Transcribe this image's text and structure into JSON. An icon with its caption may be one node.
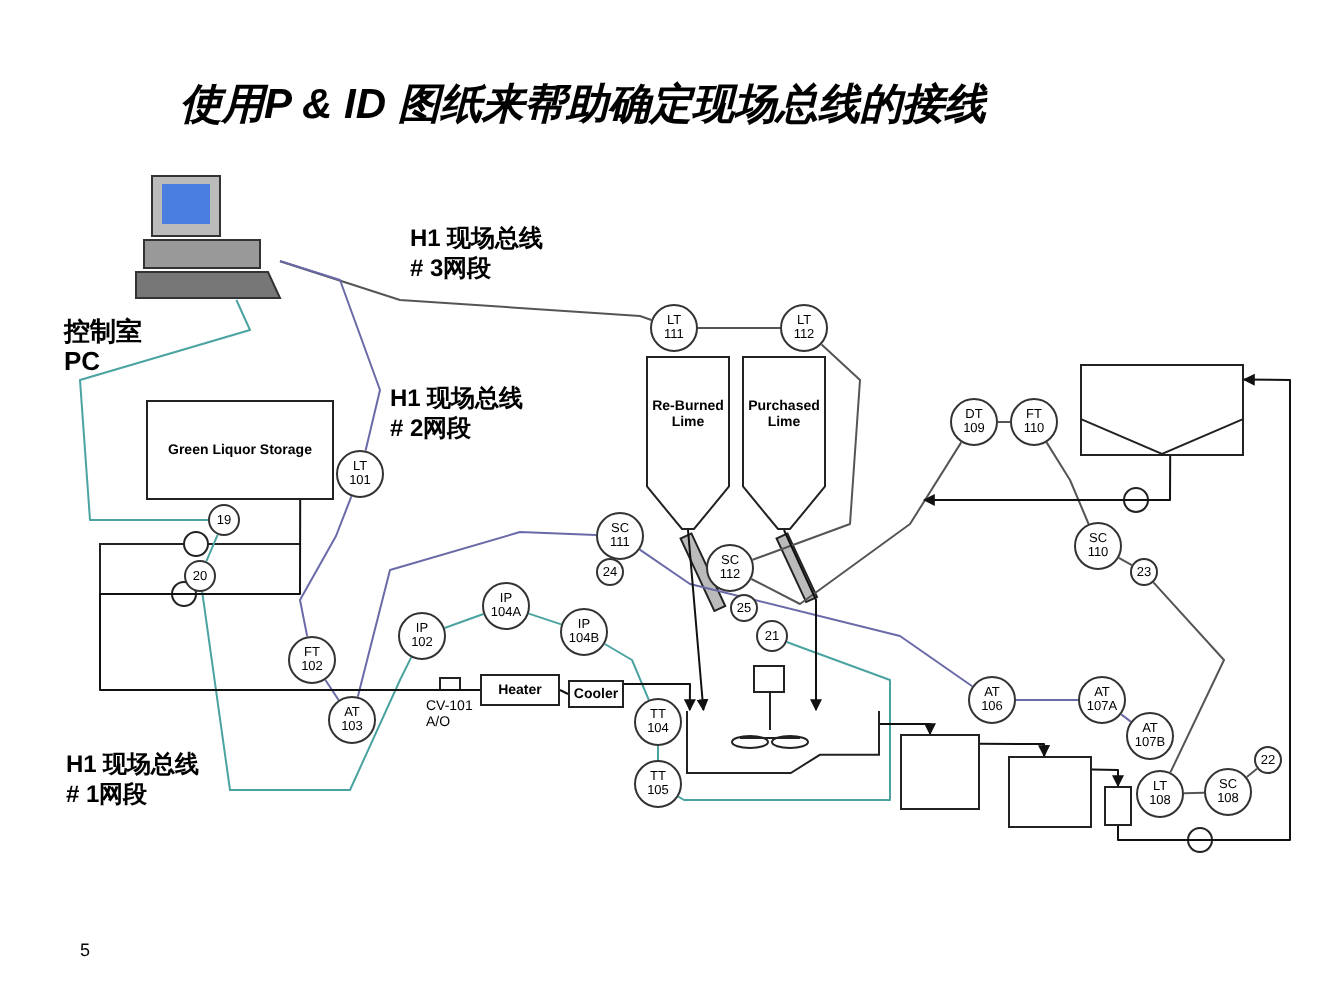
{
  "diagram": {
    "title": "使用P & ID 图纸来帮助确定现场总线的接线",
    "nodes": [
      {
        "text": [],
        "shape": "picture",
        "beside": [
          "控制室 PC"
        ]
      },
      {
        "text": [
          "Green Liquor Storage"
        ]
      },
      {
        "text": [
          "LT 101"
        ]
      },
      {
        "text": [
          "19"
        ]
      },
      {
        "text": [
          "20"
        ]
      },
      {
        "text": [
          "FT 102"
        ]
      },
      {
        "text": [
          "AT 103"
        ]
      },
      {
        "text": [
          "IP 102"
        ]
      },
      {
        "text": [
          "IP 104A"
        ]
      },
      {
        "text": [
          "IP 104B"
        ]
      },
      {
        "text": [
          "Heater"
        ]
      },
      {
        "text": [
          "Cooler"
        ]
      },
      {
        "text": [
          "TT 104"
        ]
      },
      {
        "text": [
          "TT 105"
        ]
      },
      {
        "text": [
          "LT 111"
        ]
      },
      {
        "text": [
          "LT 112"
        ]
      },
      {
        "text": [
          "Re-Burned Lime"
        ]
      },
      {
        "text": [
          "Purchased Lime"
        ]
      },
      {
        "text": [
          "SC 111"
        ]
      },
      {
        "text": [
          "24"
        ]
      },
      {
        "text": [
          "SC 112"
        ]
      },
      {
        "text": [
          "25"
        ]
      },
      {
        "text": [
          "21"
        ]
      },
      {
        "text": [],
        "shape": "box"
      },
      {
        "text": [
          "DT 109"
        ]
      },
      {
        "text": [
          "FT 110"
        ]
      },
      {
        "text": [],
        "shape": "box"
      },
      {
        "text": [
          "SC 110"
        ]
      },
      {
        "text": [
          "23"
        ]
      },
      {
        "text": [
          "AT 106"
        ]
      },
      {
        "text": [
          "AT 107A"
        ]
      },
      {
        "text": [
          "AT 107B"
        ]
      },
      {
        "text": [],
        "shape": "box"
      },
      {
        "text": [],
        "shape": "box"
      },
      {
        "text": [],
        "shape": "box"
      },
      {
        "text": [
          "LT 108"
        ]
      },
      {
        "text": [
          "SC 108"
        ]
      },
      {
        "text": [
          "22"
        ]
      }
    ],
    "edges": [
      {
        "from": 0,
        "to": 14,
        "arrow": "none",
        "color": "#555555"
      },
      {
        "from": 14,
        "to": 15,
        "arrow": "none",
        "color": "#555555"
      },
      {
        "from": 15,
        "to": 20,
        "arrow": "none",
        "color": "#555555"
      },
      {
        "from": 20,
        "to": 24,
        "arrow": "none",
        "color": "#555555"
      },
      {
        "from": 24,
        "to": 25,
        "arrow": "none",
        "color": "#555555"
      },
      {
        "from": 25,
        "to": 27,
        "arrow": "none",
        "color": "#555555"
      },
      {
        "from": 27,
        "to": 28,
        "arrow": "none",
        "color": "#555555"
      },
      {
        "from": 28,
        "to": 35,
        "arrow": "none",
        "color": "#555555"
      },
      {
        "from": 35,
        "to": 36,
        "arrow": "none",
        "color": "#555555"
      },
      {
        "from": 36,
        "to": 37,
        "arrow": "none",
        "color": "#555555"
      },
      {
        "from": 0,
        "to": 2,
        "arrow": "none",
        "color": "#6a6aa8"
      },
      {
        "from": 2,
        "to": 5,
        "arrow": "none",
        "color": "#6a6aa8"
      },
      {
        "from": 5,
        "to": 6,
        "arrow": "none",
        "color": "#6a6aa8"
      },
      {
        "from": 6,
        "to": 18,
        "arrow": "none",
        "color": "#6a6aa8"
      },
      {
        "from": 18,
        "to": 29,
        "arrow": "none",
        "color": "#6a6aa8"
      },
      {
        "from": 29,
        "to": 30,
        "arrow": "none",
        "color": "#6a6aa8"
      },
      {
        "from": 30,
        "to": 31,
        "arrow": "none",
        "color": "#6a6aa8"
      },
      {
        "from": 0,
        "to": 3,
        "arrow": "none",
        "color": "#4aa3a0"
      },
      {
        "from": 3,
        "to": 4,
        "arrow": "none",
        "color": "#4aa3a0"
      },
      {
        "from": 4,
        "to": 7,
        "arrow": "none",
        "color": "#4aa3a0"
      },
      {
        "from": 7,
        "to": 8,
        "arrow": "none",
        "color": "#4aa3a0"
      },
      {
        "from": 8,
        "to": 9,
        "arrow": "none",
        "color": "#4aa3a0"
      },
      {
        "from": 9,
        "to": 12,
        "arrow": "none",
        "color": "#4aa3a0"
      },
      {
        "from": 12,
        "to": 13,
        "arrow": "none",
        "color": "#4aa3a0"
      },
      {
        "from": 13,
        "to": 22,
        "arrow": "none",
        "color": "#4aa3a0"
      },
      {
        "from": 10,
        "to": 11,
        "arrow": "none"
      },
      {
        "from": 11,
        "to": 23,
        "arrow": "to"
      },
      {
        "from": 16,
        "to": 23,
        "arrow": "to"
      },
      {
        "from": 17,
        "to": 23,
        "arrow": "to"
      },
      {
        "from": 23,
        "to": 32,
        "arrow": "to"
      },
      {
        "from": 32,
        "to": 33,
        "arrow": "to"
      },
      {
        "from": 33,
        "to": 34,
        "arrow": "to"
      },
      {
        "from": 26,
        "to": null,
        "arrow": "to"
      },
      {
        "from": 34,
        "to": 26,
        "arrow": "to"
      },
      {
        "from": 1,
        "to": 10,
        "arrow": "none"
      }
    ],
    "labels": [
      "H1 现场总线 # 3网段",
      "H1 现场总线 # 2网段",
      "H1 现场总线 # 1网段",
      "CV-101 A/O",
      "5"
    ]
  }
}
